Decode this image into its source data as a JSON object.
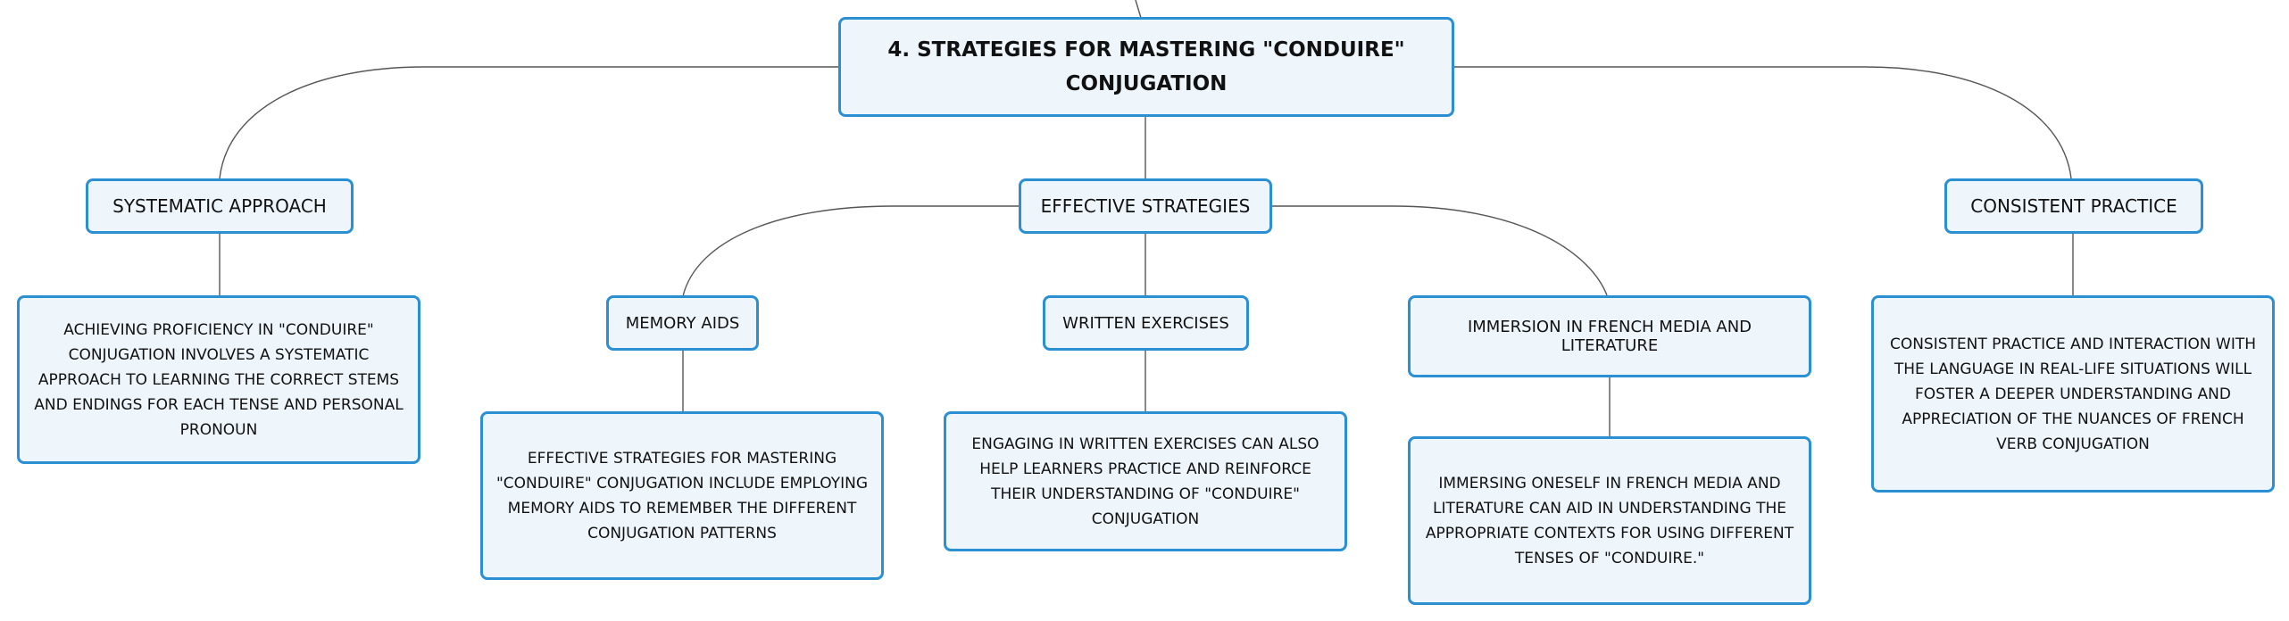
{
  "colors": {
    "node_border": "#2b8fd4",
    "node_fill": "#eef6fc",
    "connector": "#555555"
  },
  "root": {
    "title": "4. STRATEGIES FOR MASTERING \"CONDUIRE\" CONJUGATION"
  },
  "branches": [
    {
      "label": "SYSTEMATIC APPROACH",
      "description": "ACHIEVING PROFICIENCY IN \"CONDUIRE\" CONJUGATION INVOLVES A SYSTEMATIC APPROACH TO LEARNING THE CORRECT STEMS AND ENDINGS FOR EACH TENSE AND PERSONAL PRONOUN"
    },
    {
      "label": "EFFECTIVE STRATEGIES",
      "children": [
        {
          "label": "MEMORY AIDS",
          "description": "EFFECTIVE STRATEGIES FOR MASTERING \"CONDUIRE\" CONJUGATION INCLUDE EMPLOYING MEMORY AIDS TO REMEMBER THE DIFFERENT CONJUGATION PATTERNS"
        },
        {
          "label": "WRITTEN EXERCISES",
          "description": "ENGAGING IN WRITTEN EXERCISES CAN ALSO HELP LEARNERS PRACTICE AND REINFORCE THEIR UNDERSTANDING OF \"CONDUIRE\" CONJUGATION"
        },
        {
          "label": "IMMERSION IN FRENCH MEDIA AND LITERATURE",
          "description": "IMMERSING ONESELF IN FRENCH MEDIA AND LITERATURE CAN AID IN UNDERSTANDING THE APPROPRIATE CONTEXTS FOR USING DIFFERENT TENSES OF \"CONDUIRE.\""
        }
      ]
    },
    {
      "label": "CONSISTENT PRACTICE",
      "description": "CONSISTENT PRACTICE AND INTERACTION WITH THE LANGUAGE IN REAL-LIFE SITUATIONS WILL FOSTER A DEEPER UNDERSTANDING AND APPRECIATION OF THE NUANCES OF FRENCH VERB CONJUGATION"
    }
  ]
}
